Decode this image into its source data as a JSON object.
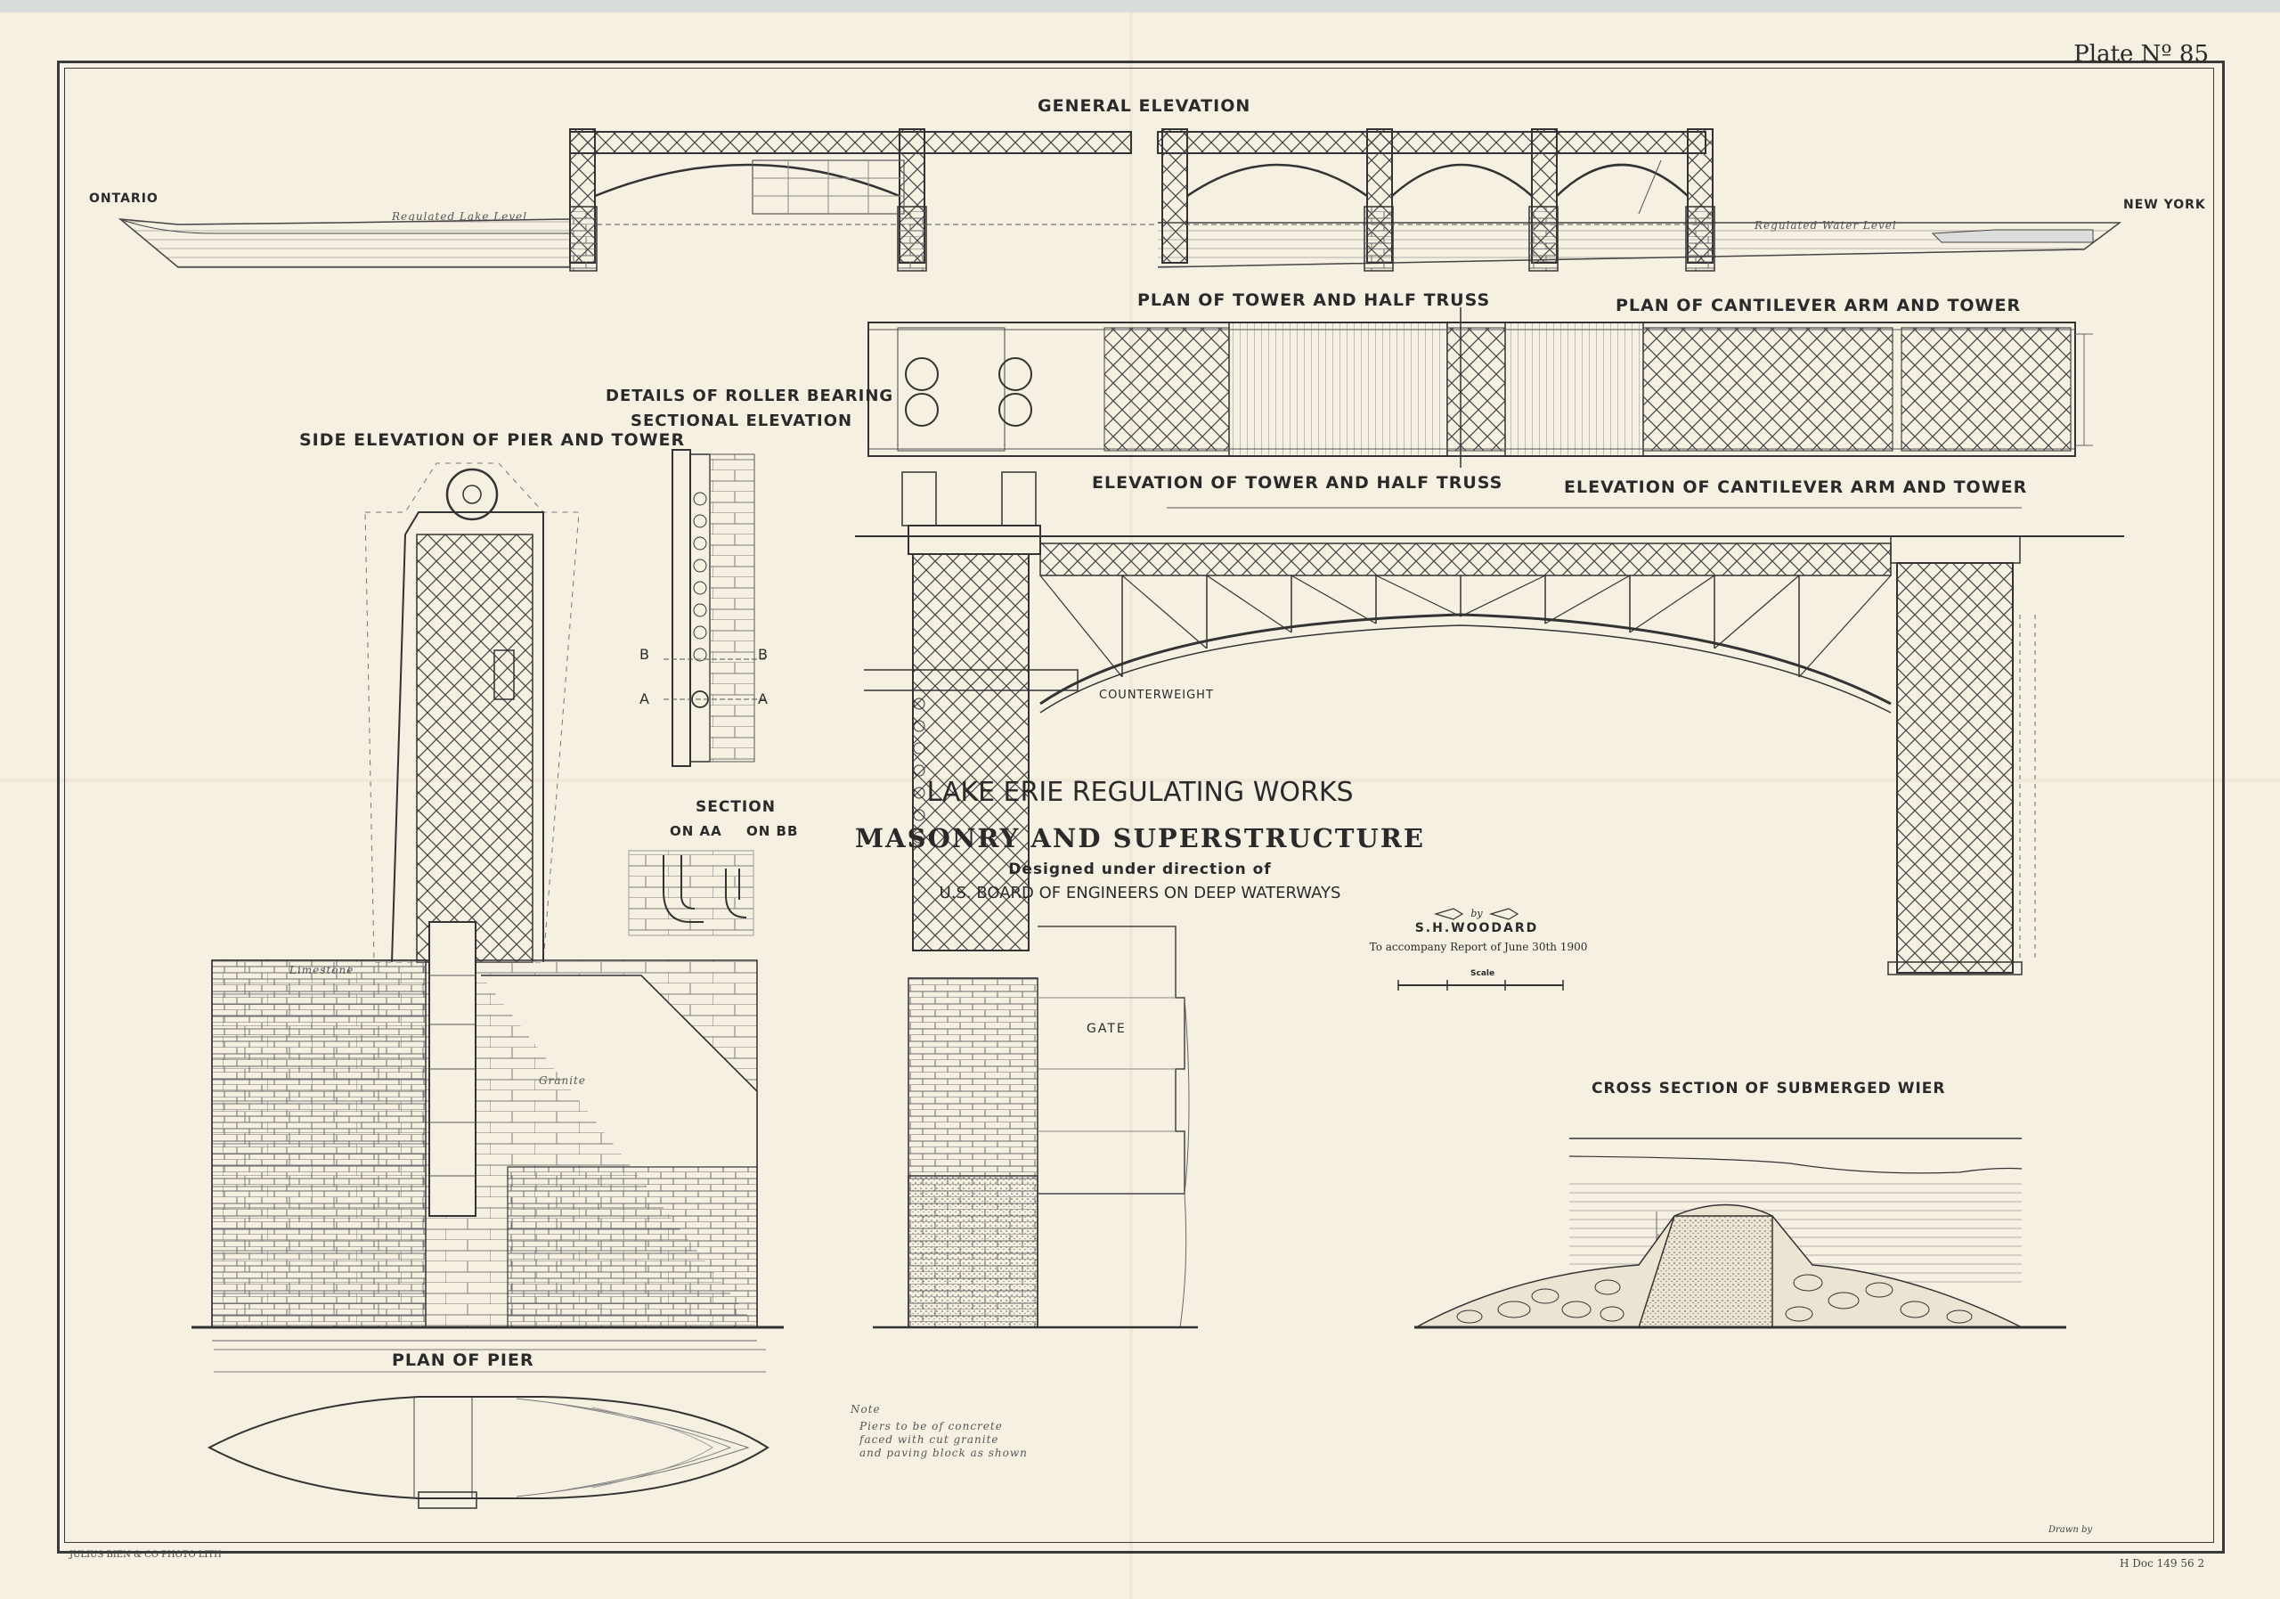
{
  "plate": "Plate Nº 85",
  "sections": {
    "general_elevation": "GENERAL ELEVATION",
    "ontario": "ONTARIO",
    "new_york": "NEW YORK",
    "plan_tower_half_truss": "PLAN OF TOWER AND HALF TRUSS",
    "plan_cantilever": "PLAN OF CANTILEVER ARM AND TOWER",
    "elev_tower_half_truss": "ELEVATION OF TOWER AND HALF TRUSS",
    "elev_cantilever": "ELEVATION OF CANTILEVER ARM AND TOWER",
    "roller_bearing_1": "DETAILS OF ROLLER BEARING",
    "roller_bearing_2": "SECTIONAL ELEVATION",
    "side_elevation": "SIDE ELEVATION OF PIER AND TOWER",
    "section": "SECTION",
    "on_aa": "ON AA",
    "on_bb": "ON BB",
    "counterweight": "COUNTERWEIGHT",
    "gate": "GATE",
    "plan_of_pier": "PLAN OF PIER",
    "cross_section_wier": "CROSS SECTION OF SUBMERGED WIER"
  },
  "markers": {
    "b": "B",
    "a": "A"
  },
  "title_block": {
    "title": "LAKE ERIE REGULATING WORKS",
    "subtitle": "MASONRY AND SUPERSTRUCTURE",
    "designed": "Designed under direction of",
    "board": "U.S. BOARD OF ENGINEERS ON DEEP WATERWAYS",
    "by": "by",
    "author": "S.H.WOODARD",
    "report": "To accompany Report of June 30th 1900",
    "scale": "Scale"
  },
  "annotations": {
    "note_1": "Note",
    "note_2": "Piers to be of concrete",
    "note_3": "faced with cut granite",
    "note_4": "and paving block as shown",
    "regulated_lake_level": "Regulated Lake Level",
    "regulated_water_level": "Regulated Water Level",
    "limestone": "Limestone",
    "granite": "Granite",
    "drawn_by": "Drawn by",
    "printer": "JULIUS BIEN & CO PHOTO LITH",
    "doc": "H Doc 149 56 2"
  }
}
